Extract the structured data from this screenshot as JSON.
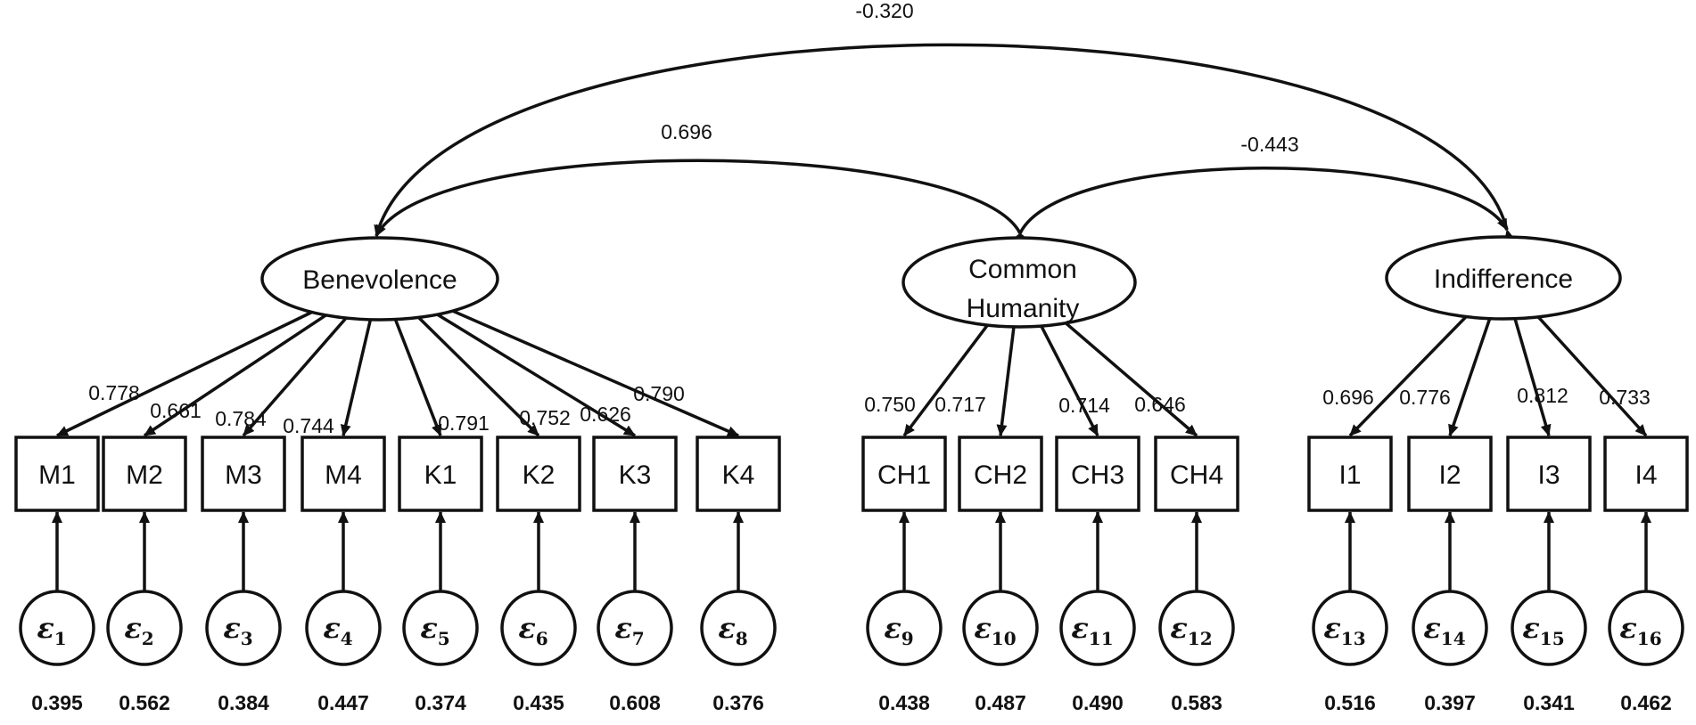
{
  "latents": [
    {
      "id": "benevolence",
      "lines": [
        "Benevolence"
      ]
    },
    {
      "id": "common-humanity",
      "lines": [
        "Common",
        "Humanity"
      ]
    },
    {
      "id": "indifference",
      "lines": [
        "Indifference"
      ]
    }
  ],
  "indicators": [
    {
      "label": "M1",
      "latent": 0,
      "loading": "0.778",
      "error_sub": "1",
      "residual": "0.395"
    },
    {
      "label": "M2",
      "latent": 0,
      "loading": "0.661",
      "error_sub": "2",
      "residual": "0.562"
    },
    {
      "label": "M3",
      "latent": 0,
      "loading": "0.784",
      "error_sub": "3",
      "residual": "0.384"
    },
    {
      "label": "M4",
      "latent": 0,
      "loading": "0.744",
      "error_sub": "4",
      "residual": "0.447"
    },
    {
      "label": "K1",
      "latent": 0,
      "loading": "0.791",
      "error_sub": "5",
      "residual": "0.374"
    },
    {
      "label": "K2",
      "latent": 0,
      "loading": "0.752",
      "error_sub": "6",
      "residual": "0.435"
    },
    {
      "label": "K3",
      "latent": 0,
      "loading": "0.626",
      "error_sub": "7",
      "residual": "0.608"
    },
    {
      "label": "K4",
      "latent": 0,
      "loading": "0.790",
      "error_sub": "8",
      "residual": "0.376"
    },
    {
      "label": "CH1",
      "latent": 1,
      "loading": "0.750",
      "error_sub": "9",
      "residual": "0.438"
    },
    {
      "label": "CH2",
      "latent": 1,
      "loading": "0.717",
      "error_sub": "10",
      "residual": "0.487"
    },
    {
      "label": "CH3",
      "latent": 1,
      "loading": "0.714",
      "error_sub": "11",
      "residual": "0.490"
    },
    {
      "label": "CH4",
      "latent": 1,
      "loading": "0.646",
      "error_sub": "12",
      "residual": "0.583"
    },
    {
      "label": "I1",
      "latent": 2,
      "loading": "0.696",
      "error_sub": "13",
      "residual": "0.516"
    },
    {
      "label": "I2",
      "latent": 2,
      "loading": "0.776",
      "error_sub": "14",
      "residual": "0.397"
    },
    {
      "label": "I3",
      "latent": 2,
      "loading": "0.812",
      "error_sub": "15",
      "residual": "0.341"
    },
    {
      "label": "I4",
      "latent": 2,
      "loading": "0.733",
      "error_sub": "16",
      "residual": "0.462"
    }
  ],
  "correlations": [
    {
      "from": 0,
      "to": 2,
      "value": "-0.320"
    },
    {
      "from": 0,
      "to": 1,
      "value": "0.696"
    },
    {
      "from": 1,
      "to": 2,
      "value": "-0.443"
    }
  ],
  "error_symbol": "ε",
  "colors": {
    "line": "#111111",
    "background": "#ffffff"
  }
}
